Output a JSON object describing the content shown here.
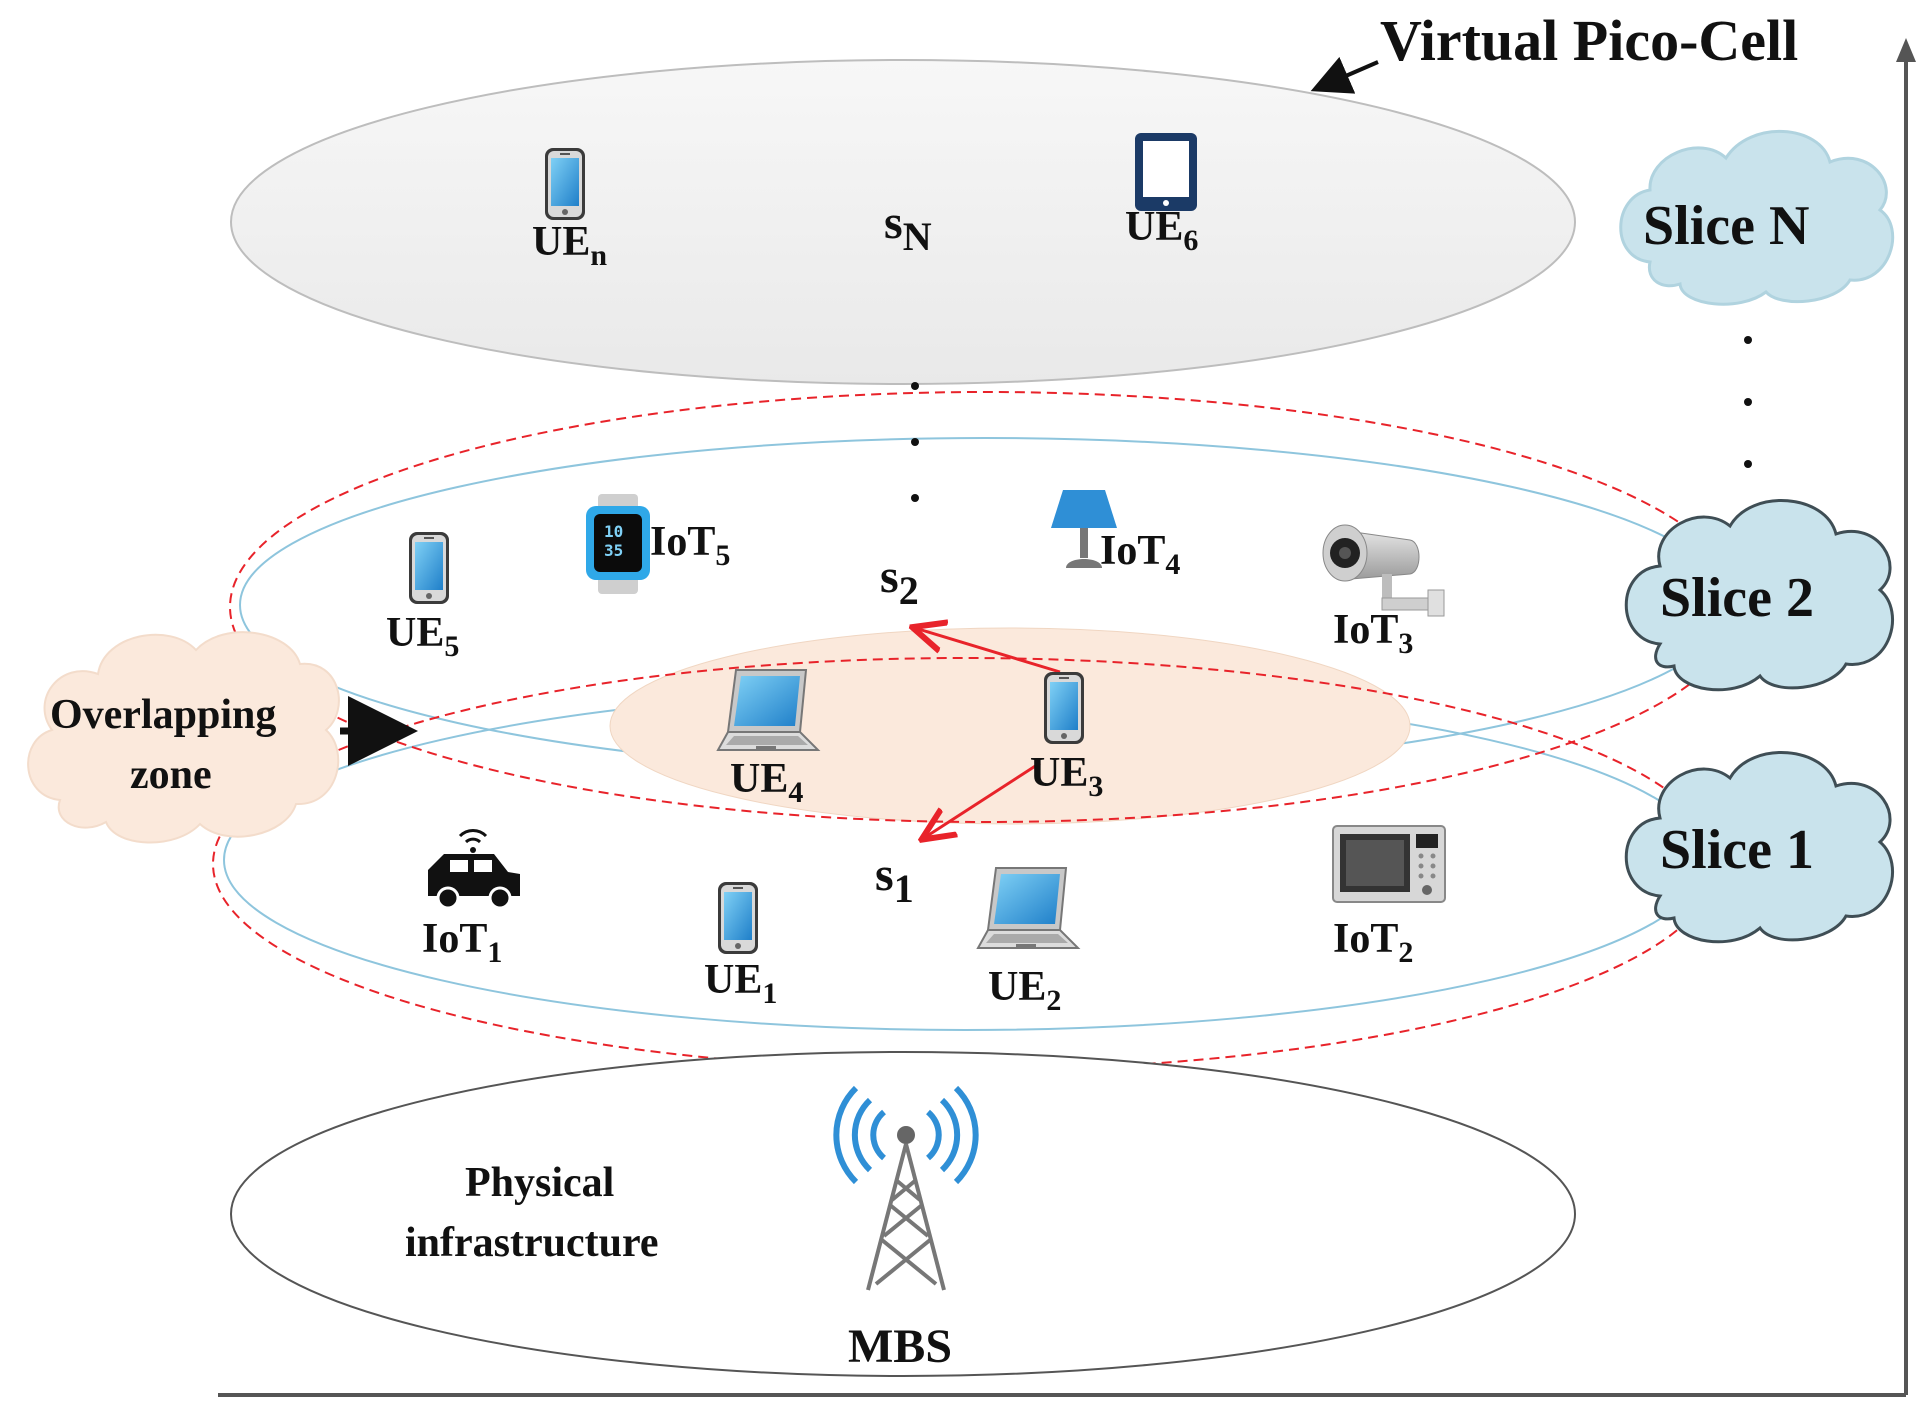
{
  "title": "Virtual Pico-Cell",
  "layers": {
    "slice_n": {
      "label": "s",
      "sub": "N"
    },
    "slice_2": {
      "label": "s",
      "sub": "2"
    },
    "slice_1": {
      "label": "s",
      "sub": "1"
    },
    "physical": {
      "line1": "Physical",
      "line2": "infrastructure",
      "mbs": "MBS"
    }
  },
  "clouds": {
    "slice_n": "Slice N",
    "slice_2": "Slice 2",
    "slice_1": "Slice 1",
    "overlap_line1": "Overlapping",
    "overlap_line2": "zone"
  },
  "devices": {
    "ue_n": {
      "base": "UE",
      "sub": "n"
    },
    "ue_6": {
      "base": "UE",
      "sub": "6"
    },
    "ue_5": {
      "base": "UE",
      "sub": "5"
    },
    "iot_5": {
      "base": "IoT",
      "sub": "5"
    },
    "iot_4": {
      "base": "IoT",
      "sub": "4"
    },
    "iot_3": {
      "base": "IoT",
      "sub": "3"
    },
    "ue_4": {
      "base": "UE",
      "sub": "4"
    },
    "ue_3": {
      "base": "UE",
      "sub": "3"
    },
    "iot_1": {
      "base": "IoT",
      "sub": "1"
    },
    "ue_1": {
      "base": "UE",
      "sub": "1"
    },
    "ue_2": {
      "base": "UE",
      "sub": "2"
    },
    "iot_2": {
      "base": "IoT",
      "sub": "2"
    }
  },
  "watch_time": {
    "top": "10",
    "bottom": "35"
  },
  "colors": {
    "ellipse_top_fill": "#efefef",
    "slice_outline": "#8ec5dd",
    "dashed": "#e8232a",
    "overlap_fill": "#fbe9dc",
    "cloud_blue": "#c9e3ec",
    "cloud_peach": "#fbe9dc",
    "arrow_red": "#e8232a",
    "device_blue": "#2f8fd6",
    "tablet_navy": "#1b3a66"
  },
  "icons": [
    "phone-icon",
    "tablet-icon",
    "smartwatch-icon",
    "lamp-icon",
    "camera-icon",
    "laptop-icon",
    "car-icon",
    "microwave-icon",
    "tower-icon"
  ]
}
